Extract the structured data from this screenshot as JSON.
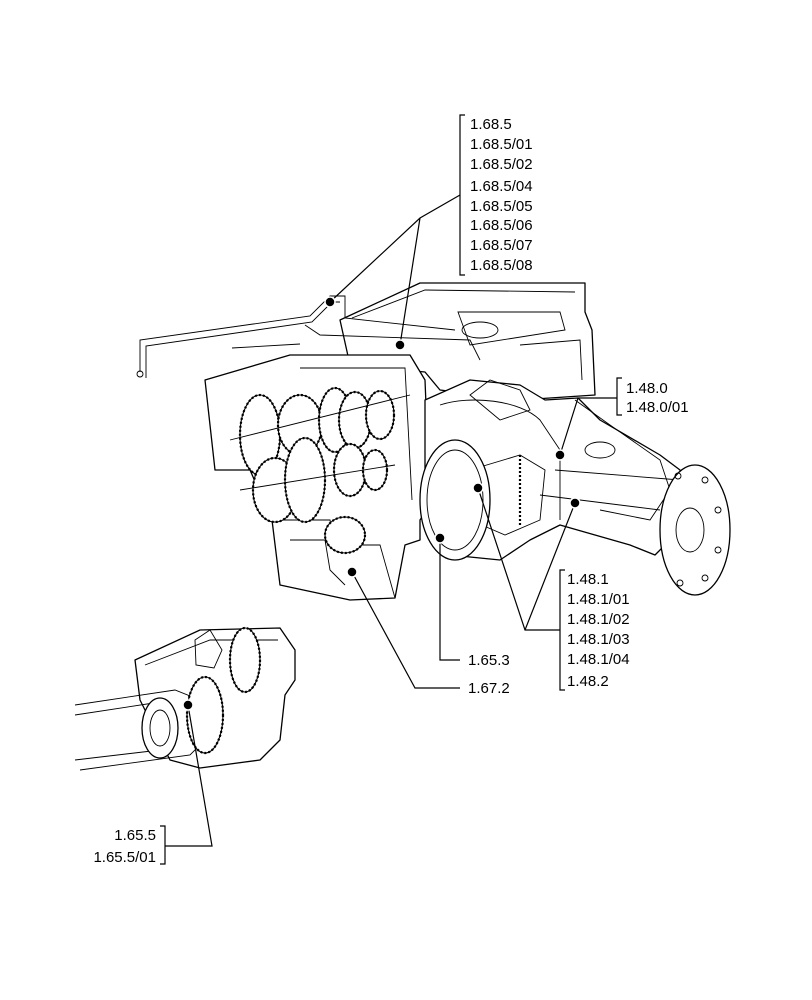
{
  "callouts": {
    "group_168": [
      "1.68.5",
      "1.68.5/01",
      "1.68.5/02",
      "1.68.5/04",
      "1.68.5/05",
      "1.68.5/06",
      "1.68.5/07",
      "1.68.5/08"
    ],
    "group_148_0": [
      "1.48.0",
      "1.48.0/01"
    ],
    "group_148_1": [
      "1.48.1",
      "1.48.1/01",
      "1.48.1/02",
      "1.48.1/03",
      "1.48.1/04",
      "1.48.2"
    ],
    "label_1653": "1.65.3",
    "label_1672": "1.67.2",
    "group_1655": [
      "1.65.5",
      "1.65.5/01"
    ]
  },
  "colors": {
    "ink": "#000000",
    "paper": "#ffffff"
  }
}
